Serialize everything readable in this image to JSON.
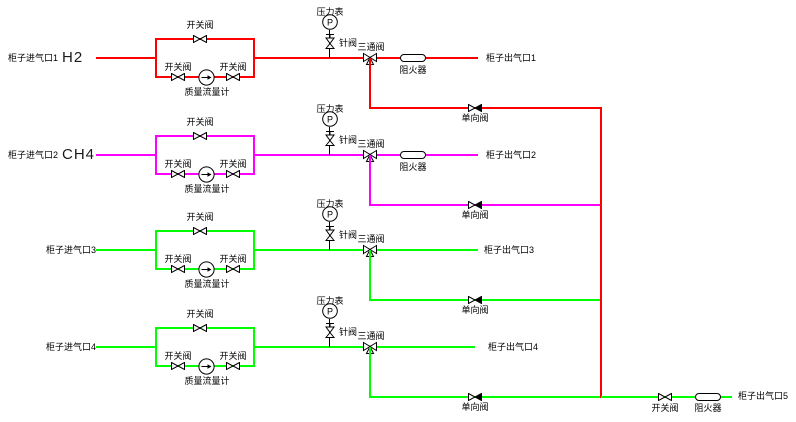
{
  "components": {
    "switch_valve": "开关阀",
    "mass_flow_meter": "质量流量计",
    "pressure_gauge": "压力表",
    "gauge_letter": "P",
    "needle_valve": "针阀",
    "three_way_valve": "三通阀",
    "check_valve": "单向阀",
    "flame_arrester": "阻火器"
  },
  "lines": [
    {
      "inlet": "柜子进气口1",
      "gas": "H2",
      "outlet": "柜子出气口1",
      "color": "#ff0000"
    },
    {
      "inlet": "柜子进气口2",
      "gas": "CH4",
      "outlet": "柜子出气口2",
      "color": "#ff00ff"
    },
    {
      "inlet": "柜子进气口3",
      "gas": "",
      "outlet": "柜子出气口3",
      "color": "#00ff00"
    },
    {
      "inlet": "柜子进气口4",
      "gas": "",
      "outlet": "柜子出气口4",
      "color": "#00ff00"
    }
  ],
  "collector": {
    "color": "#ff0000"
  },
  "outlet5": {
    "label": "柜子出气口5",
    "color": "#00ff00"
  }
}
